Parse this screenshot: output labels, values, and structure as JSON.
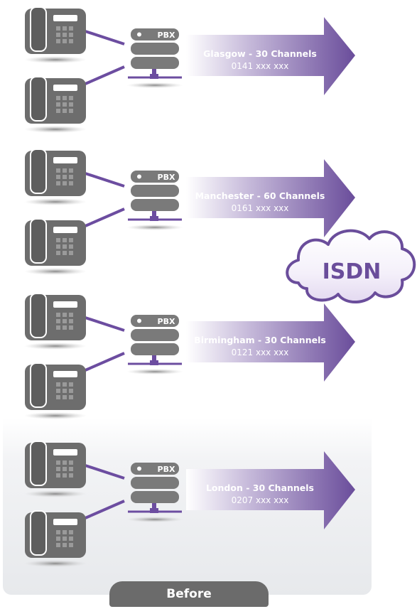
{
  "pbx_label": "PBX",
  "cloud_label": "ISDN",
  "footer_label": "Before",
  "colors": {
    "arrow_purple": "#6a4d9b",
    "link_purple": "#6c4da0",
    "phone_gray": "#6d6d6d",
    "pbx_gray": "#7a7a7a",
    "cloud_outline": "#6a4d9b",
    "tab_gray": "#6b6b6b"
  },
  "sites": [
    {
      "label": "Glasgow - 30 Channels",
      "number": "0141 xxx xxx"
    },
    {
      "label": "Manchester - 60 Channels",
      "number": "0161 xxx xxx"
    },
    {
      "label": "Birmingham - 30 Channels",
      "number": "0121 xxx xxx"
    },
    {
      "label": "London - 30 Channels",
      "number": "0207 xxx xxx"
    }
  ]
}
